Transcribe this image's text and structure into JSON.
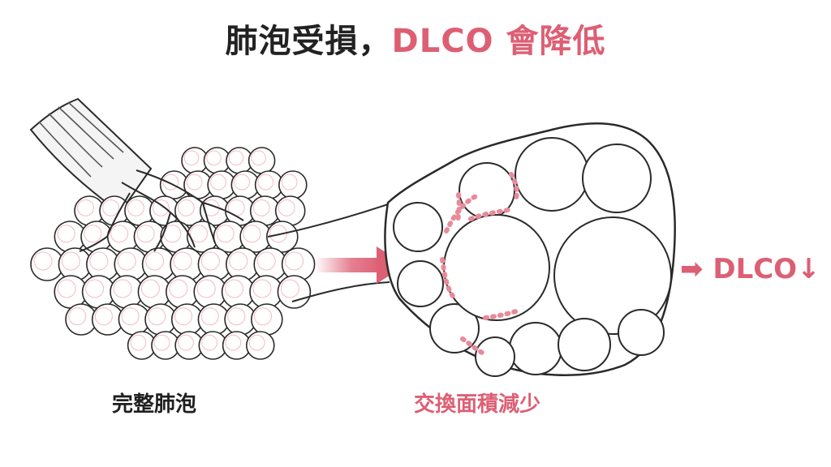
{
  "title": {
    "part1": "肺泡受損，",
    "part2": "DLCO 會降低"
  },
  "labels": {
    "healthy": "完整肺泡",
    "damaged": "交換面積減少",
    "result_arrow": "➡",
    "result_text": "DLCO↓"
  },
  "colors": {
    "accent": "#dd5f74",
    "ink": "#2a2a2a",
    "capillary": "#f0aab4"
  }
}
